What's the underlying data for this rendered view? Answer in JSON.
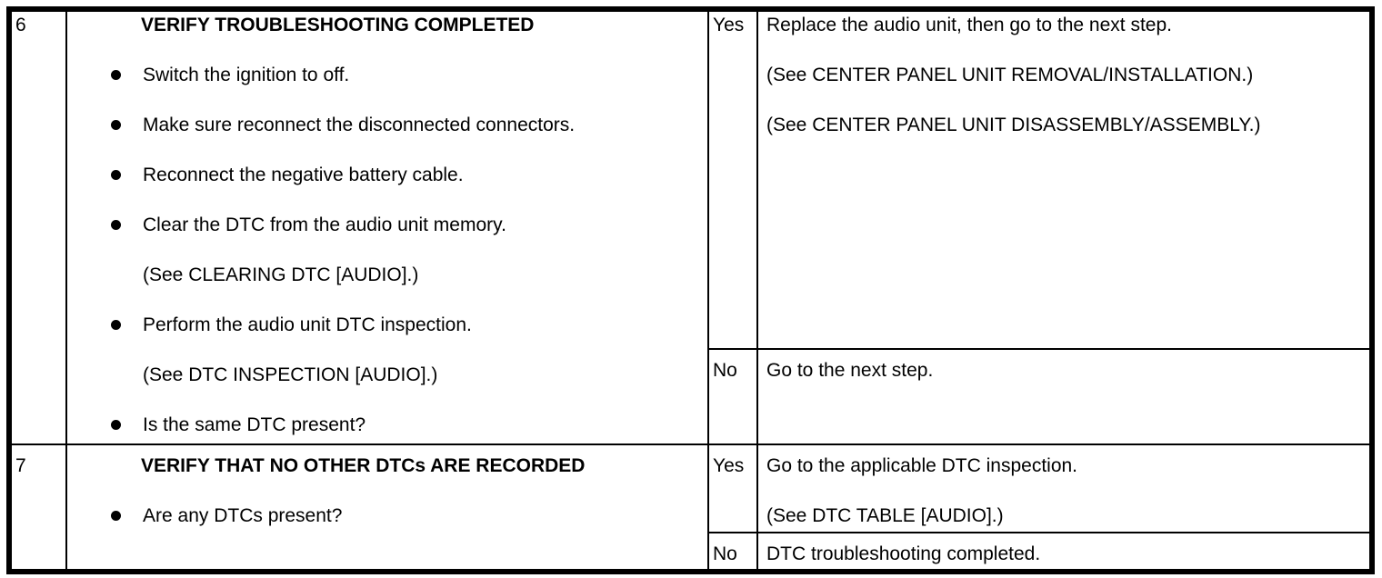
{
  "colors": {
    "border": "#000000",
    "text": "#000000",
    "background": "#ffffff"
  },
  "table": {
    "rows": [
      {
        "step": "6",
        "header": "VERIFY TROUBLESHOOTING COMPLETED",
        "items": [
          {
            "type": "bullet",
            "text": "Switch the ignition to off."
          },
          {
            "type": "bullet",
            "text": "Make sure reconnect the disconnected connectors."
          },
          {
            "type": "bullet",
            "text": "Reconnect the negative battery cable."
          },
          {
            "type": "bullet",
            "text": "Clear the DTC from the audio unit memory."
          },
          {
            "type": "ref",
            "text": "(See CLEARING DTC [AUDIO].)"
          },
          {
            "type": "bullet",
            "text": "Perform the audio unit DTC inspection."
          },
          {
            "type": "ref",
            "text": "(See DTC INSPECTION [AUDIO].)"
          },
          {
            "type": "bullet",
            "text": "Is the same DTC present?"
          }
        ],
        "yes": {
          "label": "Yes",
          "lines": [
            "Replace the audio unit, then go to the next step.",
            "(See CENTER PANEL UNIT REMOVAL/INSTALLATION.)",
            "(See CENTER PANEL UNIT DISASSEMBLY/ASSEMBLY.)"
          ]
        },
        "no": {
          "label": "No",
          "lines": [
            "Go to the next step."
          ]
        }
      },
      {
        "step": "7",
        "header": "VERIFY THAT NO OTHER DTCs ARE RECORDED",
        "items": [
          {
            "type": "bullet",
            "text": "Are any DTCs present?"
          }
        ],
        "yes": {
          "label": "Yes",
          "lines": [
            "Go to the applicable DTC inspection.",
            "(See DTC TABLE [AUDIO].)"
          ]
        },
        "no": {
          "label": "No",
          "lines": [
            "DTC troubleshooting completed."
          ]
        }
      }
    ]
  }
}
